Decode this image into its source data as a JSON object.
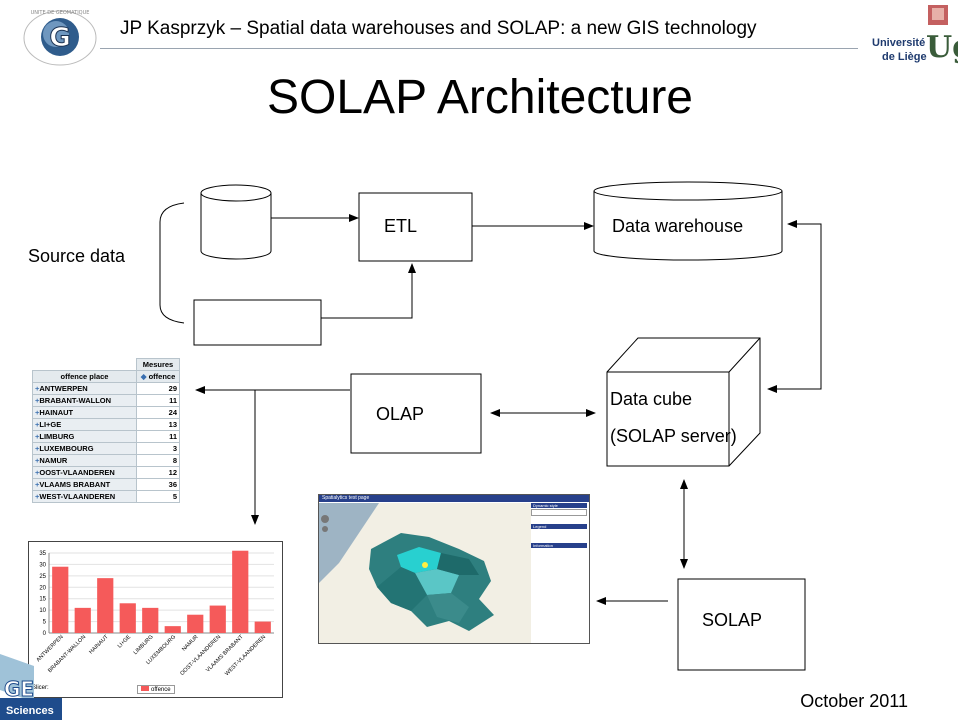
{
  "header": {
    "title": "JP Kasprzyk – Spatial data warehouses and SOLAP: a new GIS technology",
    "left_logo_text": "UNITE DE GEOMATIQUE www.geomatique.ulg.ac.be",
    "left_logo_letter": "G",
    "right_logo_text": [
      "Université",
      "de Liège"
    ],
    "right_logo_letters": "Ug"
  },
  "slide_title": "SOLAP Architecture",
  "diagram": {
    "source_data": "Source data",
    "etl": "ETL",
    "data_warehouse": "Data warehouse",
    "olap": "OLAP",
    "data_cube_line1": "Data cube",
    "data_cube_line2": "(SOLAP server)",
    "solap": "SOLAP"
  },
  "table": {
    "header_top": "Mesures",
    "col_place": "offence place",
    "col_measure": "offence",
    "rows": [
      {
        "name": "ANTWERPEN",
        "value": "29"
      },
      {
        "name": "BRABANT-WALLON",
        "value": "11"
      },
      {
        "name": "HAINAUT",
        "value": "24"
      },
      {
        "name": "LI+GE",
        "value": "13"
      },
      {
        "name": "LIMBURG",
        "value": "11"
      },
      {
        "name": "LUXEMBOURG",
        "value": "3"
      },
      {
        "name": "NAMUR",
        "value": "8"
      },
      {
        "name": "OOST-VLAANDEREN",
        "value": "12"
      },
      {
        "name": "VLAAMS BRABANT",
        "value": "36"
      },
      {
        "name": "WEST-VLAANDEREN",
        "value": "5"
      }
    ]
  },
  "map": {
    "title": "Spatialytics test page",
    "panel_header": "Dynamic style",
    "legend_header": "Legend",
    "info_header": "Information"
  },
  "chart_data": {
    "type": "bar",
    "categories": [
      "ANTWERPEN",
      "BRABANT-WALLON",
      "HAINAUT",
      "LI+GE",
      "LIMBURG",
      "LUXEMBOURG",
      "NAMUR",
      "OOST-VLAANDEREN",
      "VLAAMS BRABANT",
      "WEST-VLAANDEREN"
    ],
    "values": [
      29,
      11,
      24,
      13,
      11,
      3,
      8,
      12,
      36,
      5
    ],
    "ylim": [
      0,
      35
    ],
    "yticks": [
      0,
      5,
      10,
      15,
      20,
      25,
      30,
      35
    ],
    "legend": "offence",
    "slicer": "Slicer:",
    "bar_color": "#f55a5a"
  },
  "footer": {
    "date": "October 2011",
    "logo_text": "Sciences"
  }
}
